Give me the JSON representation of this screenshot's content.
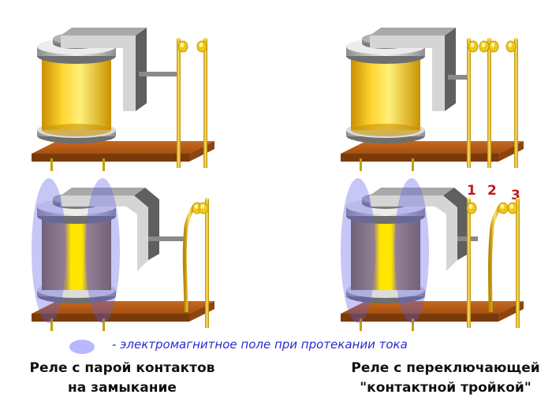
{
  "legend": {
    "text": "- электромагнитное поле при протекании тока",
    "color": "#b9b7ff"
  },
  "captions": {
    "left_line1": "Реле с парой контактов",
    "left_line2": "на замыкание",
    "right_line1": "Реле с переключающей",
    "right_line2": "\"контактной тройкой\""
  },
  "contact_numbers": [
    "1",
    "2",
    "3"
  ],
  "colors": {
    "board": "#b65a14",
    "coil_yellow": "#f3c21a",
    "coil_energized": "#a78a55",
    "core_gray": "#8a8a8a",
    "contact_gold": "#e6c21a",
    "field": "#8c8cf0"
  }
}
